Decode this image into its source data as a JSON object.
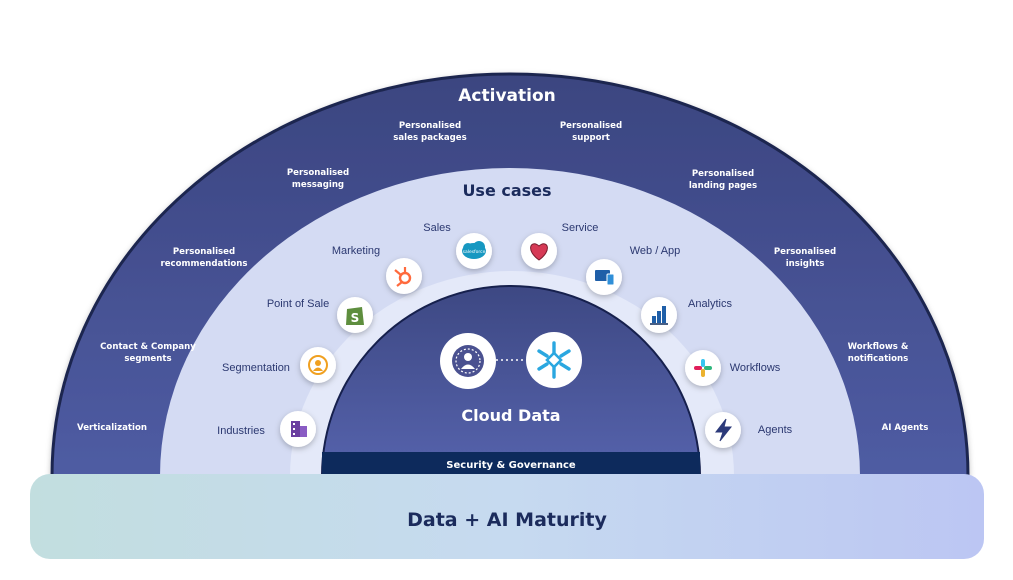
{
  "activation": {
    "title": "Activation",
    "items": [
      {
        "lines": [
          "Verticalization"
        ]
      },
      {
        "lines": [
          "Contact & Company",
          "segments"
        ]
      },
      {
        "lines": [
          "Personalised",
          "recommendations"
        ]
      },
      {
        "lines": [
          "Personalised",
          "messaging"
        ]
      },
      {
        "lines": [
          "Personalised",
          "sales packages"
        ]
      },
      {
        "lines": [
          "Personalised",
          "support"
        ]
      },
      {
        "lines": [
          "Personalised",
          "landing pages"
        ]
      },
      {
        "lines": [
          "Personalised",
          "insights"
        ]
      },
      {
        "lines": [
          "Workflows &",
          "notifications"
        ]
      },
      {
        "lines": [
          "AI Agents"
        ]
      }
    ]
  },
  "use_cases": {
    "title": "Use cases",
    "items": [
      {
        "label": "Industries",
        "icon": "building-icon"
      },
      {
        "label": "Segmentation",
        "icon": "segment-user-icon"
      },
      {
        "label": "Point of Sale",
        "icon": "shopify-icon"
      },
      {
        "label": "Marketing",
        "icon": "hubspot-icon"
      },
      {
        "label": "Sales",
        "icon": "salesforce-icon",
        "badge": "salesforce"
      },
      {
        "label": "Service",
        "icon": "heart-icon"
      },
      {
        "label": "Web / App",
        "icon": "web-app-icon"
      },
      {
        "label": "Analytics",
        "icon": "bar-chart-icon"
      },
      {
        "label": "Workflows",
        "icon": "slack-icon"
      },
      {
        "label": "Agents",
        "icon": "lightning-icon"
      }
    ]
  },
  "core": {
    "title": "Cloud Data",
    "governance": "Security & Governance",
    "left_icon": "census-icon",
    "right_icon": "snowflake-icon"
  },
  "maturity": {
    "title": "Data + AI Maturity"
  },
  "colors": {
    "outer_arc": "#3e4a87",
    "outer_arc_light": "#5a66a8",
    "middle_arc": "#d5dcf4",
    "inner_ring": "#e6ebfa",
    "core_top": "#3f4a85",
    "core_bottom": "#5360aa",
    "governance_bar": "#0d2a5c",
    "text_dark": "#1b2b5c",
    "white": "#ffffff"
  }
}
